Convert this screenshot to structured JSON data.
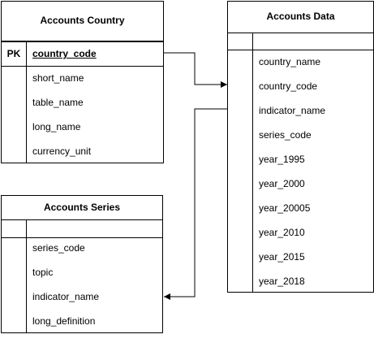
{
  "entities": {
    "country": {
      "title": "Accounts Country",
      "pk_label": "PK",
      "pk_field": "country_code",
      "fields": [
        "short_name",
        "table_name",
        "long_name",
        "currency_unit"
      ]
    },
    "data": {
      "title": "Accounts Data",
      "fields": [
        "country_name",
        "country_code",
        "indicator_name",
        "series_code",
        "year_1995",
        "year_2000",
        "year_20005",
        "year_2010",
        "year_2015",
        "year_2018"
      ]
    },
    "series": {
      "title": "Accounts Series",
      "fields": [
        "series_code",
        "topic",
        "indicator_name",
        "long_definition"
      ]
    }
  },
  "relationships": [
    {
      "from": "Accounts Country.country_code",
      "to": "Accounts Data"
    },
    {
      "from": "Accounts Data",
      "to": "Accounts Series.indicator_name"
    }
  ]
}
